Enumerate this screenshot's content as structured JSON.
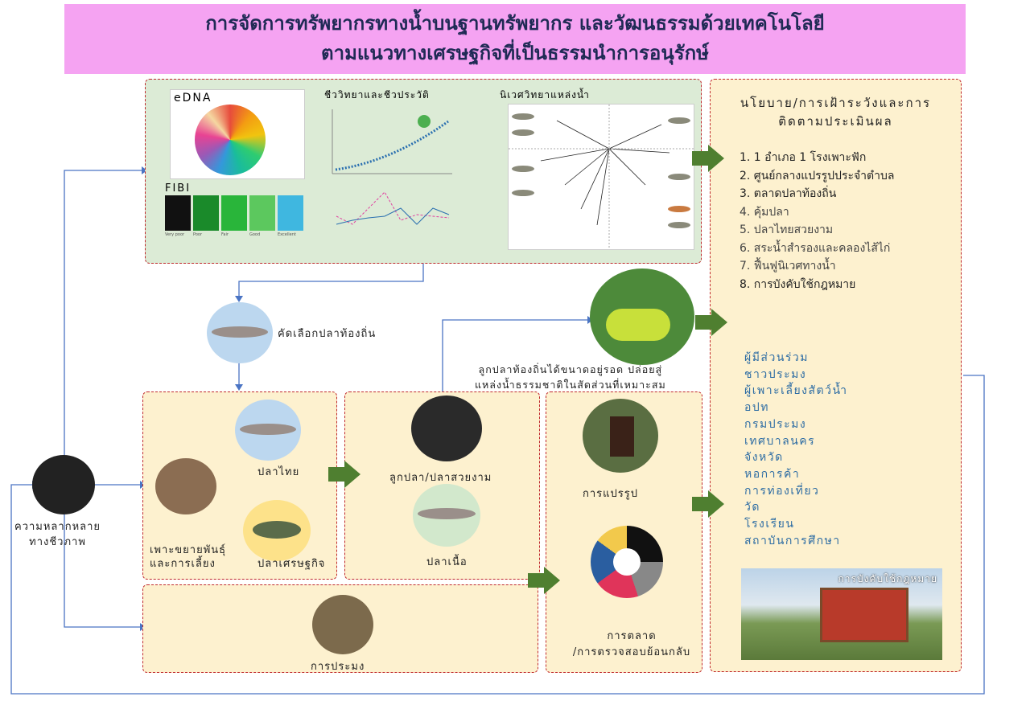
{
  "title": {
    "line1": "การจัดการทรัพยากรทางน้ำบนฐานทรัพยากร และวัฒนธรรมด้วยเทคโนโลยี",
    "line2": "ตามแนวทางเศรษฐกิจที่เป็นธรรมนำการอนุรักษ์"
  },
  "research": {
    "edna": "eDNA",
    "fibi": "FIBI",
    "fibi_classes": [
      "Very poor",
      "Poor",
      "Fair",
      "Good",
      "Excellent"
    ],
    "biology": "ชีววิทยาและชีวประวัติ",
    "ecology": "นิเวศวิทยาแหล่งน้ำ"
  },
  "nodes": {
    "select": "คัดเลือกปลาท้องถิ่น",
    "biodiversity": "ความหลากหลาย\nทางชีวภาพ",
    "thai_fish": "ปลาไทย",
    "economic_fish": "ปลาเศรษฐกิจ",
    "breeding": "เพาะขยายพันธุ์\nและการเลี้ยง",
    "fry": "ลูกปลา/ปลาสวยงาม",
    "meat_fish": "ปลาเนื้อ",
    "release": "ลูกปลาท้องถิ่นได้ขนาดอยู่รอด ปล่อยสู่\nแหล่งน้ำธรรมชาติในสัดส่วนที่เหมาะสม",
    "processing": "การแปรรูป",
    "marketing": "การตลาด\n/การตรวจสอบย้อนกลับ",
    "fishing": "การประมง"
  },
  "policy": {
    "title": "นโยบาย/การเฝ้าระวังและการ\nติดตามประเมินผล",
    "items": [
      "1. 1 อำเภอ 1 โรงเพาะฟัก",
      "2. ศูนย์กลางแปรรูปประจำตำบล",
      "3. ตลาดปลาท้องถิ่น",
      "4. คุ้มปลา",
      "5. ปลาไทยสวยงาม",
      "6. สระน้ำสำรองและคลองไส้ไก่",
      "7. ฟื้นฟูนิเวศทางน้ำ",
      "8. การบังคับใช้กฎหมาย"
    ]
  },
  "stakeholders": [
    "ผู้มีส่วนร่วม",
    "ชาวประมง",
    "ผู้เพาะเลี้ยงสัตว์น้ำ",
    "อปท",
    "กรมประมง",
    "เทศบาลนคร",
    "จังหวัด",
    "หอการค้า",
    "การท่องเที่ยว",
    "วัด",
    "โรงเรียน",
    "สถาบันการศึกษา"
  ],
  "law_photo_caption": "การบังคับใช้กฎหมาย",
  "colors": {
    "banner": "#f5a3f2",
    "arrow": "#4f7f30",
    "line": "#4a74c4",
    "stake": "#2e6da4"
  }
}
